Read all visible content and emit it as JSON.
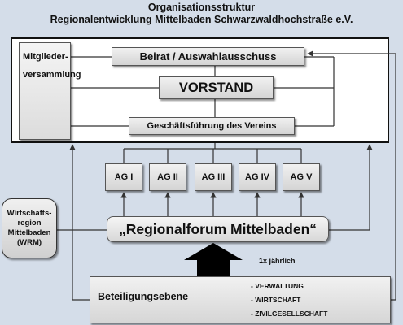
{
  "header": {
    "title_line1": "Organisationsstruktur",
    "title_line2": "Regionalentwicklung Mittelbaden Schwarzwaldhochstraße e.V."
  },
  "boxes": {
    "mitgliederversammlung_line1": "Mitglieder-",
    "mitgliederversammlung_line2": "versammlung",
    "beirat": "Beirat / Auswahlausschuss",
    "vorstand": "VORSTAND",
    "geschaeftsfuehrung": "Geschäftsführung des Vereins"
  },
  "working_groups": [
    "AG I",
    "AG II",
    "AG III",
    "AG IV",
    "AG V"
  ],
  "wrm": {
    "line1": "Wirtschafts-",
    "line2": "region",
    "line3": "Mittelbaden",
    "line4": "(WRM)"
  },
  "forum": {
    "label": "„Regionalforum Mittelbaden“"
  },
  "beteiligung": {
    "frequency": "1x jährlich",
    "label": "Beteiligungsebene",
    "items": [
      "- VERWALTUNG",
      "- WIRTSCHAFT",
      "- ZIVILGESELLSCHAFT"
    ]
  },
  "colors": {
    "background": "#d4dde9",
    "box_fill": "#e3e3e3",
    "line": "#333333"
  }
}
